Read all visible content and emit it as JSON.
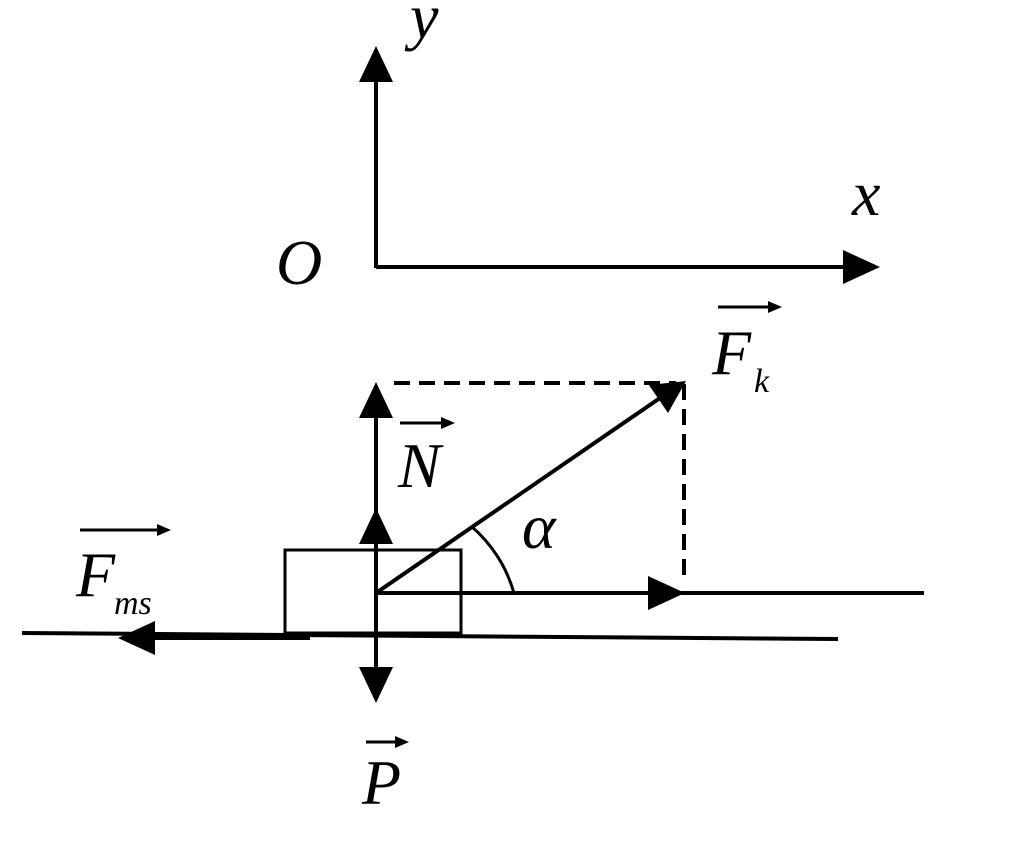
{
  "axes": {
    "origin_label": "O",
    "x_label": "x",
    "y_label": "y"
  },
  "forces": {
    "applied": {
      "symbol": "F",
      "subscript": "k"
    },
    "normal": {
      "symbol": "N"
    },
    "friction": {
      "symbol": "F",
      "subscript": "ms"
    },
    "weight": {
      "symbol": "P"
    }
  },
  "angle": {
    "label": "α"
  },
  "colors": {
    "ink": "#000000",
    "background": "#ffffff"
  }
}
